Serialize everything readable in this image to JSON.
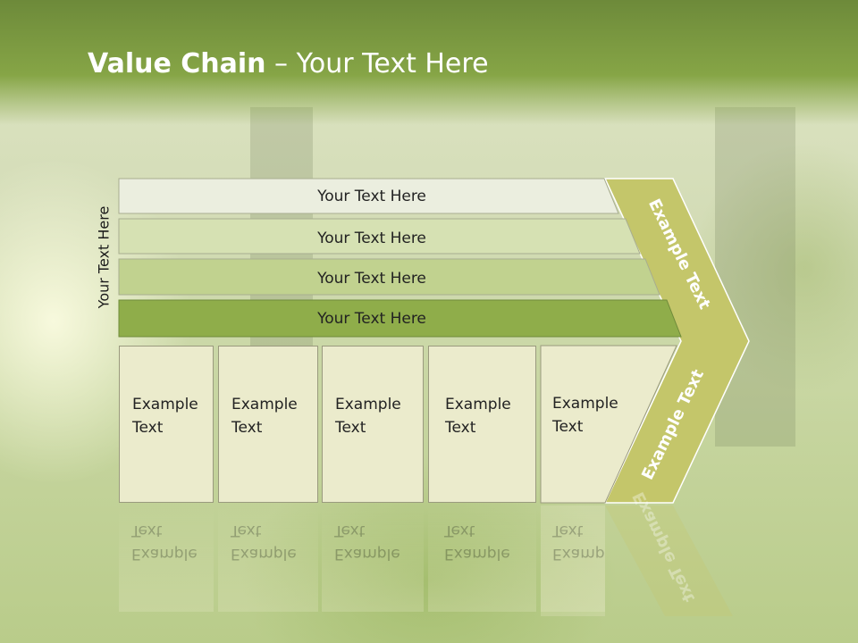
{
  "title": {
    "bold": "Value Chain",
    "rest": " – Your Text Here"
  },
  "side_label": "Your Text Here",
  "bars": [
    {
      "label": "Your Text Here"
    },
    {
      "label": "Your Text Here"
    },
    {
      "label": "Your Text Here"
    },
    {
      "label": "Your Text Here"
    }
  ],
  "chevron": {
    "upper_label": "Example Text",
    "lower_label": "Example Text"
  },
  "boxes": [
    {
      "line1": "Example",
      "line2": "Text"
    },
    {
      "line1": "Example",
      "line2": "Text"
    },
    {
      "line1": "Example",
      "line2": "Text"
    },
    {
      "line1": "Example",
      "line2": "Text"
    },
    {
      "line1": "Example",
      "line2": "Text"
    }
  ],
  "colors": {
    "header": "#86a546",
    "bar1": "#ebeedf",
    "bar2": "#d6e1b3",
    "bar3": "#c1d28f",
    "bar4": "#8fad4a",
    "chevron": "#c4c66a",
    "box": "#ebebcc"
  }
}
